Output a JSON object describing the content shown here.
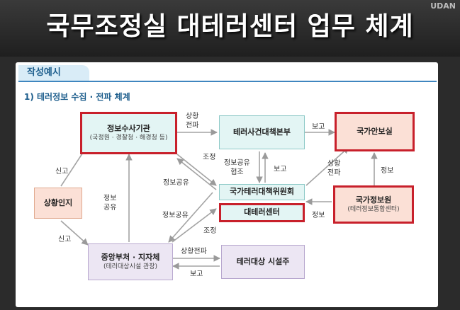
{
  "banner": {
    "title": "국무조정실 대테러센터 업무 체계",
    "brand": "UDAN"
  },
  "tab": {
    "label": "작성예시"
  },
  "section": {
    "title": "1) 테러정보 수집 · 전파 체계"
  },
  "nodes": {
    "intel": {
      "title": "정보수사기관",
      "sub": "(국정원 · 경찰청 · 해경청 등)"
    },
    "hq": {
      "title": "테러사건대책본부"
    },
    "nsc": {
      "title": "국가안보실"
    },
    "aware": {
      "title": "상황인지"
    },
    "committee": {
      "title": "국가테러대책위원회"
    },
    "center": {
      "title": "대테러센터"
    },
    "nis": {
      "title": "국가정보원",
      "sub": "(테러정보통합센터)"
    },
    "ministries": {
      "title": "중앙부처 · 지자체",
      "sub": "(테러대상시설 관장)"
    },
    "facility": {
      "title": "테러대상 시설주"
    }
  },
  "edge_labels": {
    "sit_spread_top": "상황\n전파",
    "report_top": "보고",
    "coord1": "조정",
    "info_share_coord": "정보공유\n협조",
    "report_mid": "보고",
    "sit_spread_right": "상황\n전파",
    "info_right": "정보",
    "report_declare": "신고",
    "info_share1": "정보공유",
    "info_share_vert": "정보\n공유",
    "info_share2": "정보공유",
    "info_bottom": "정보",
    "report_declare2": "신고",
    "coord2": "조정",
    "sit_spread_bottom": "상황전파",
    "report_bottom": "보고"
  }
}
